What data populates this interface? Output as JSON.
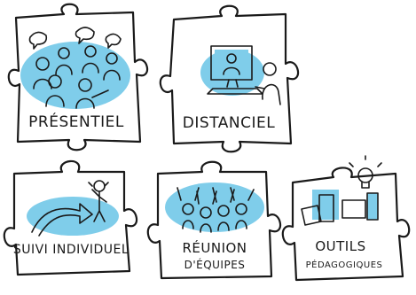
{
  "pieces": {
    "presentiel": {
      "label": "PRÉSENTIEL"
    },
    "distanciel": {
      "label": "DISTANCIEL"
    },
    "suivi": {
      "label": "SUIVI INDIVIDUEL"
    },
    "reunion": {
      "label_line1": "RÉUNION",
      "label_line2": "D'ÉQUIPES"
    },
    "outils": {
      "label_line1": "OUTILS",
      "label_line2": "PÉDAGOGIQUES"
    }
  },
  "colors": {
    "accent": "#7fcdea",
    "ink": "#1a1a1a",
    "background": "#ffffff"
  },
  "icons": [
    "group-meeting-icon",
    "computer-user-icon",
    "arrow-progress-icon",
    "cheering-team-icon",
    "lightbulb-icon"
  ]
}
